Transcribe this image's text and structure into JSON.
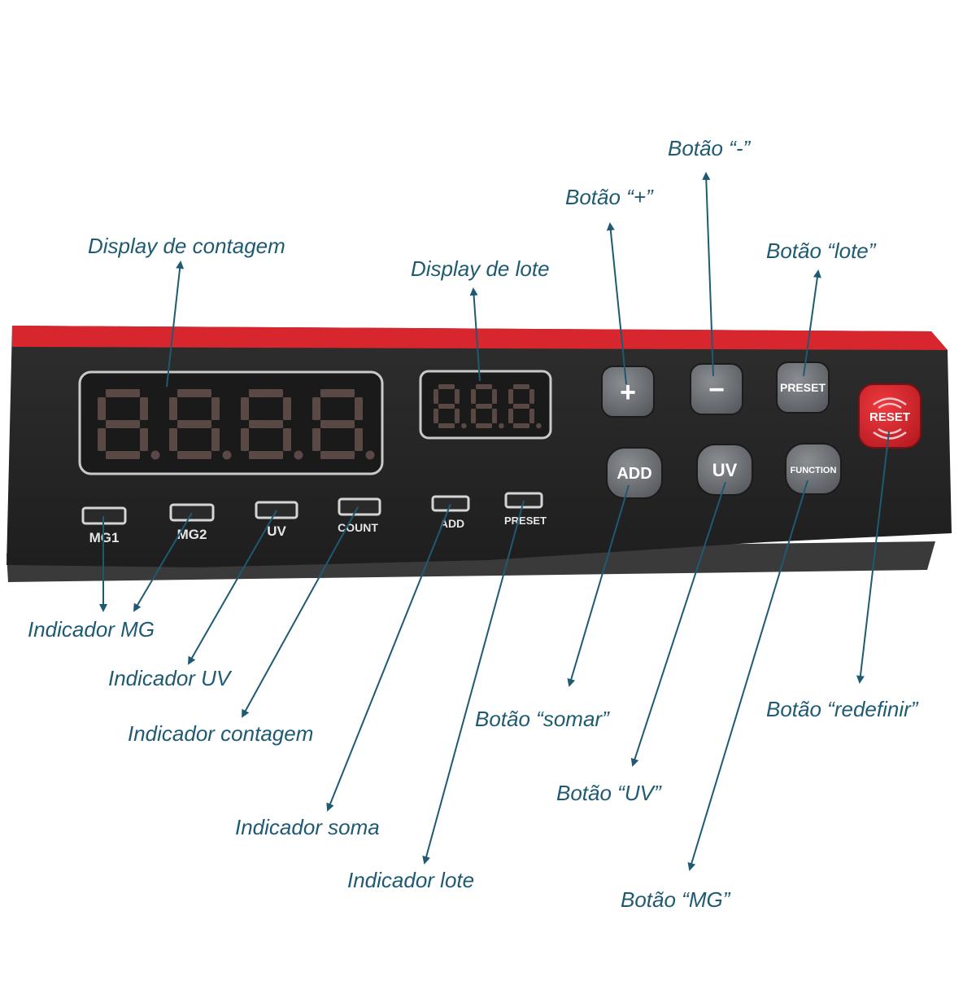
{
  "panel": {
    "colors": {
      "body": "#262626",
      "trim": "#d7262d",
      "display_outline": "#c9c9c9",
      "segment_off": "#5a4845",
      "button_face": "#6b6f73",
      "reset_face": "#d8262c",
      "indicator_outline": "#d5d5d5",
      "callout_text": "#1f5a73"
    },
    "indicator_labels": {
      "mg1": "MG1",
      "mg2": "MG2",
      "uv": "UV",
      "count": "COUNT",
      "add": "ADD",
      "preset": "PRESET"
    },
    "button_labels": {
      "plus": "+",
      "minus": "−",
      "preset": "PRESET",
      "reset": "RESET",
      "add": "ADD",
      "uv": "UV",
      "function": "FUNCTION"
    }
  },
  "callouts": {
    "display_count": "Display de contagem",
    "display_batch": "Display de lote",
    "btn_plus": "Botão “+”",
    "btn_minus": "Botão “-”",
    "btn_batch": "Botão “lote”",
    "btn_reset": "Botão “redefinir”",
    "btn_add": "Botão “somar”",
    "btn_uv": "Botão “UV”",
    "btn_mg": "Botão “MG”",
    "ind_mg": "Indicador MG",
    "ind_uv": "Indicador UV",
    "ind_count": "Indicador contagem",
    "ind_add": "Indicador soma",
    "ind_batch": "Indicador lote"
  }
}
